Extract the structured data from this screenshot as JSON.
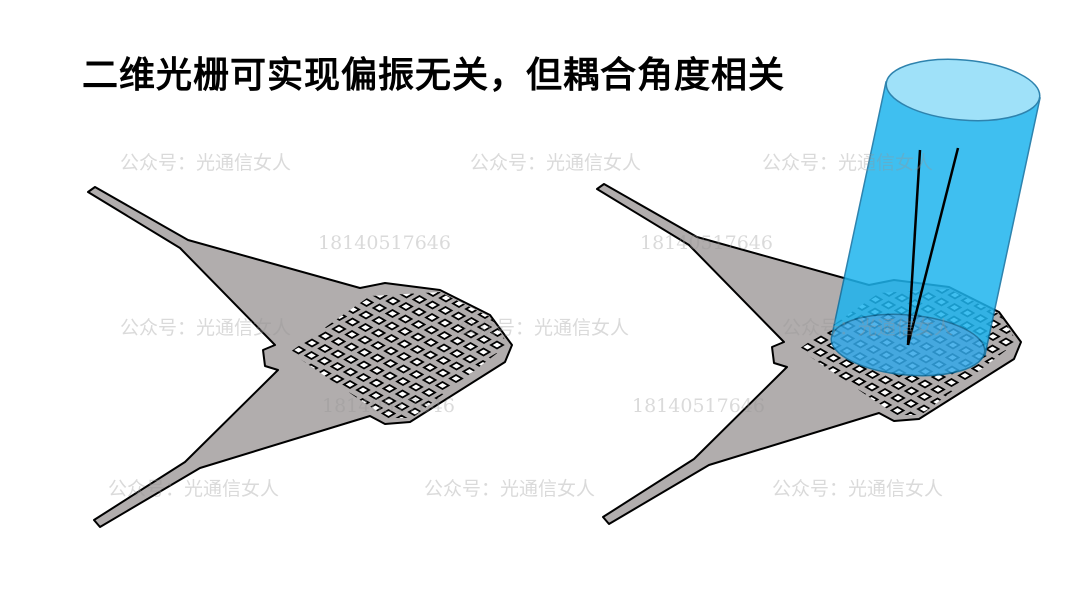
{
  "title": "二维光栅可实现偏振无关，但耦合角度相关",
  "watermarks": {
    "account": "公众号：光通信女人",
    "phone": "18140517646"
  },
  "colors": {
    "device_fill": "#b1adad",
    "device_stroke": "#000000",
    "beam_fill": "#1eb4ee",
    "beam_top": "#8fdcf8"
  },
  "figures": [
    {
      "name": "grating-coupler",
      "beam": false
    },
    {
      "name": "grating-coupler-with-beam",
      "beam": true
    }
  ]
}
